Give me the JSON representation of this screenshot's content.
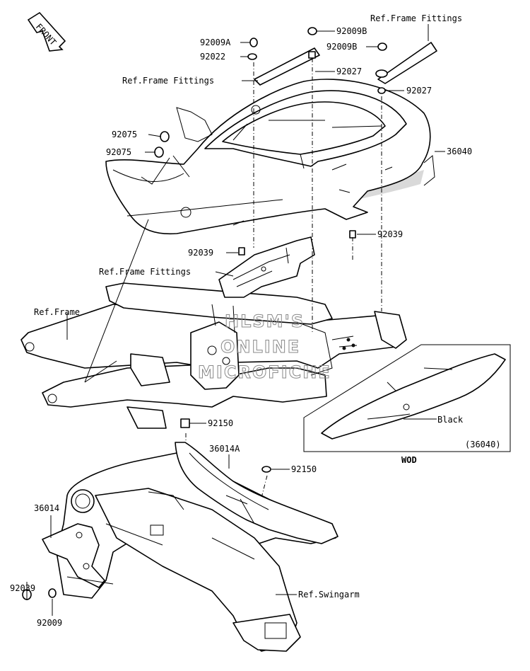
{
  "front_marker": "FRONT",
  "watermark": [
    "HLSM'S",
    "ONLINE",
    "MICROFICHE"
  ],
  "callouts": {
    "p92009A": "92009A",
    "p92022": "92022",
    "p92009B_top": "92009B",
    "p92009B_right": "92009B",
    "p92027_mid": "92027",
    "p92027_right": "92027",
    "ref_frame_fittings_top": "Ref.Frame Fittings",
    "ref_frame_fittings_left": "Ref.Frame Fittings",
    "ref_frame_fittings_mid": "Ref.Frame Fittings",
    "p92075_a": "92075",
    "p92075_b": "92075",
    "p36040": "36040",
    "p92039_right": "92039",
    "p92039_mid": "92039",
    "ref_frame": "Ref.Frame",
    "p92150_top": "92150",
    "p36014A": "36014A",
    "p92150_right": "92150",
    "p36014": "36014",
    "p92039_left": "92039",
    "p92009": "92009",
    "ref_swingarm": "Ref.Swingarm"
  },
  "inset": {
    "black_label": "Black",
    "part_ref": "(36040)",
    "caption": "WOD"
  }
}
